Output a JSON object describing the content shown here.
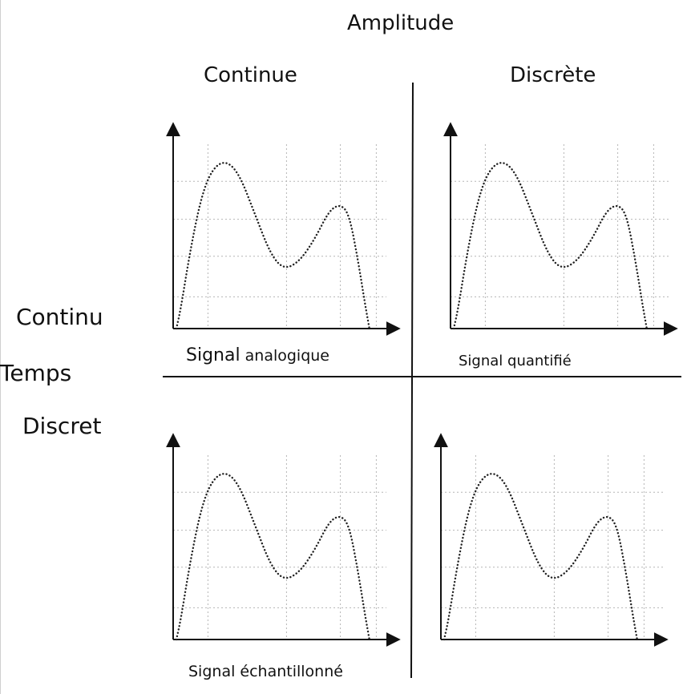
{
  "headers": {
    "amplitude": "Amplitude",
    "continuous_amplitude": "Continue",
    "discrete_amplitude": "Discrète",
    "time": "Temps",
    "continuous_time": "Continu",
    "discrete_time": "Discret"
  },
  "panels": [
    {
      "id": "analog",
      "caption": "Signal analogique",
      "caption_lead": "Signal",
      "caption_tail": " analogique"
    },
    {
      "id": "quantized",
      "caption": "Signal quantifié"
    },
    {
      "id": "sampled",
      "caption": "Signal échantillonné"
    },
    {
      "id": "digital",
      "caption": ""
    }
  ],
  "colors": {
    "ink": "#111111",
    "grid": "#b5b5b5",
    "curve": "#222222"
  }
}
